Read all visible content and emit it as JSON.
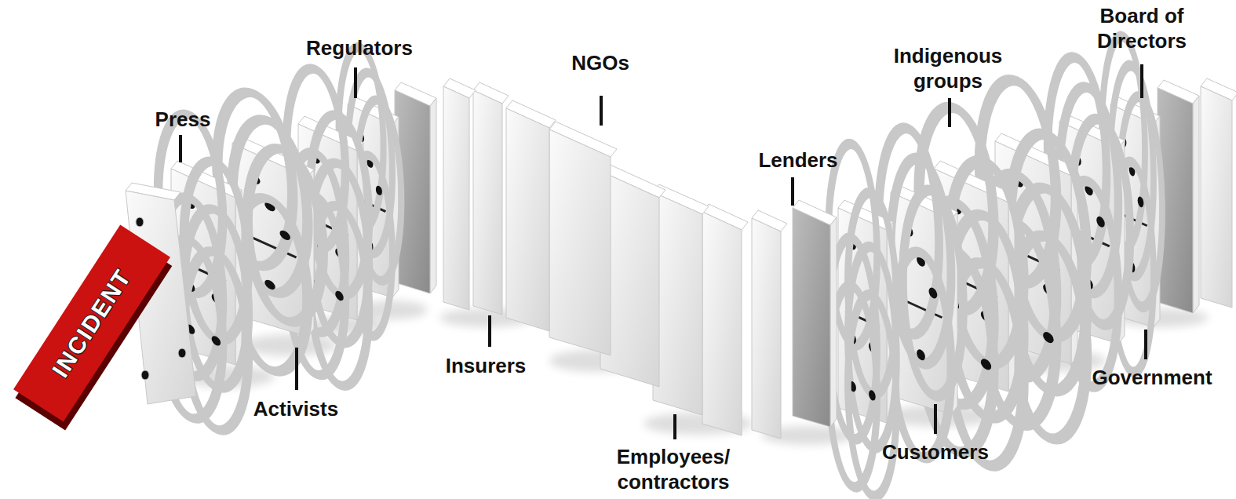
{
  "diagram": {
    "nodes": [
      {
        "text": [
          "INCIDENT"
        ]
      }
    ],
    "labels": [
      "Press",
      "Activists",
      "Regulators",
      "Insurers",
      "NGOs",
      "Employees/ contractors",
      "Lenders",
      "Indigenous groups",
      "Customers",
      "Board of Directors",
      "Government"
    ]
  }
}
